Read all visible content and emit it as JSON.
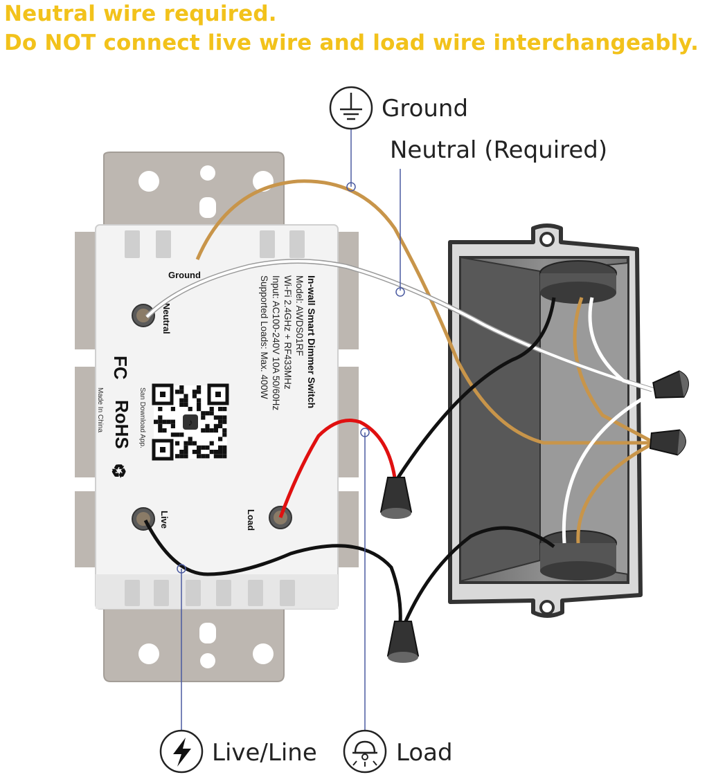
{
  "headline": {
    "line1": "Neutral wire required.",
    "line2": "Do NOT connect live wire and load wire interchangeably."
  },
  "callouts": {
    "ground": "Ground",
    "neutral": "Neutral (Required)",
    "live": "Live/Line",
    "load": "Load"
  },
  "device": {
    "title": "In-wall Smart Dimmer Switch",
    "model": "Model: AWDS01RF",
    "wifi": "Wi-Fi 2.4GHz + RF433MHz",
    "input": "Input: AC100-240V 10A 50/60Hz",
    "loads": "Supported Loads: Max. 400W",
    "scan": "San Download App.",
    "made_in": "Made In China",
    "fcc": "FC",
    "rohs": "RoHS",
    "terminal_ground": "Ground",
    "terminal_neutral": "Neutral",
    "terminal_live": "Live",
    "terminal_load": "Load"
  },
  "colors": {
    "headline": "#f2c21b",
    "ground_wire": "#c8954a",
    "neutral_wire": "#ffffff",
    "live_wire": "#111111",
    "load_wire": "#e01010",
    "box": "#7d7d7d"
  },
  "icons": [
    "ground-symbol-icon",
    "lightning-icon",
    "bulb-icon",
    "recycle-icon",
    "qr-code"
  ]
}
